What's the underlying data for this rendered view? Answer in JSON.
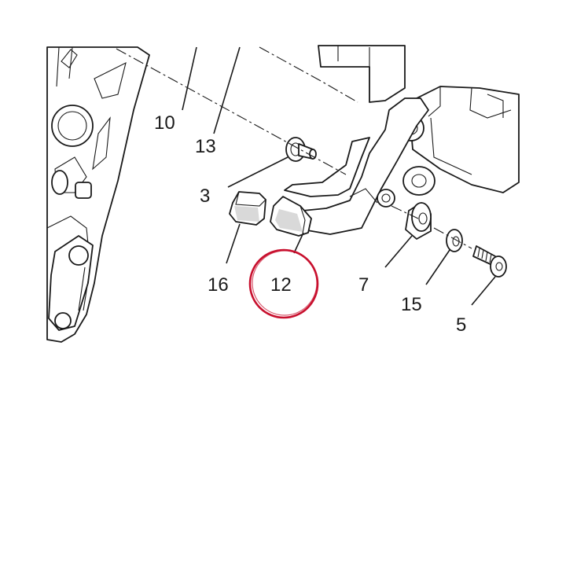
{
  "callouts": {
    "c10": "10",
    "c13": "13",
    "c3": "3",
    "c16": "16",
    "c12": "12",
    "c7": "7",
    "c15": "15",
    "c5": "5"
  },
  "highlight": {
    "callout": "12",
    "color": "#c8102e"
  }
}
